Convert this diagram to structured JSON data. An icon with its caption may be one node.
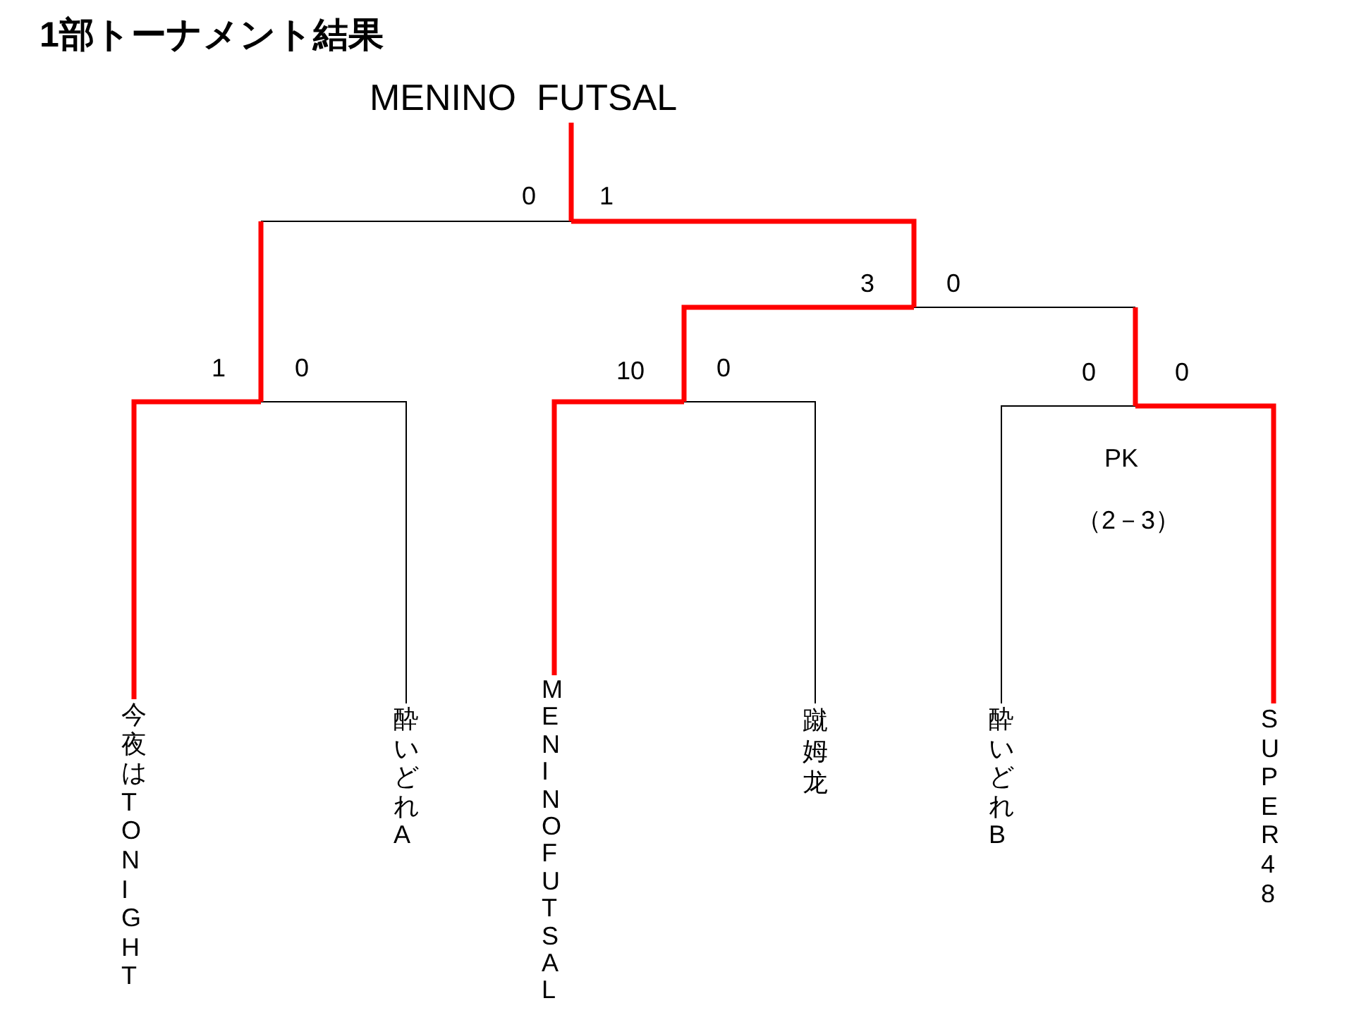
{
  "diagram": {
    "title": "1部トーナメント結果",
    "nodes": [
      {
        "text": [
          "MENINO  FUTSAL"
        ]
      },
      {
        "text": [
          "今夜はTONIGHT"
        ]
      },
      {
        "text": [
          "酔いどれA"
        ]
      },
      {
        "text": [
          "MENINOFUTSAL"
        ]
      },
      {
        "text": [
          "蹴姆龙"
        ]
      },
      {
        "text": [
          "酔いどれB"
        ]
      },
      {
        "text": [
          "SUPER48"
        ]
      }
    ],
    "edges": [
      {
        "from": 1,
        "to": 0,
        "arrow": "none",
        "color": "#ff0000",
        "style": "thick"
      },
      {
        "from": 2,
        "to": 0,
        "arrow": "none",
        "color": "#000000"
      },
      {
        "from": 3,
        "to": 0,
        "arrow": "none",
        "color": "#ff0000",
        "style": "thick"
      },
      {
        "from": 4,
        "to": 0,
        "arrow": "none",
        "color": "#000000"
      },
      {
        "from": 5,
        "to": 0,
        "arrow": "none",
        "color": "#000000"
      },
      {
        "from": 6,
        "to": 0,
        "arrow": "none",
        "color": "#ff0000",
        "style": "thick"
      }
    ],
    "labels": [
      "0",
      "1",
      "3",
      "0",
      "1",
      "0",
      "10",
      "0",
      "0",
      "0",
      "PK",
      "（2－3）"
    ]
  }
}
